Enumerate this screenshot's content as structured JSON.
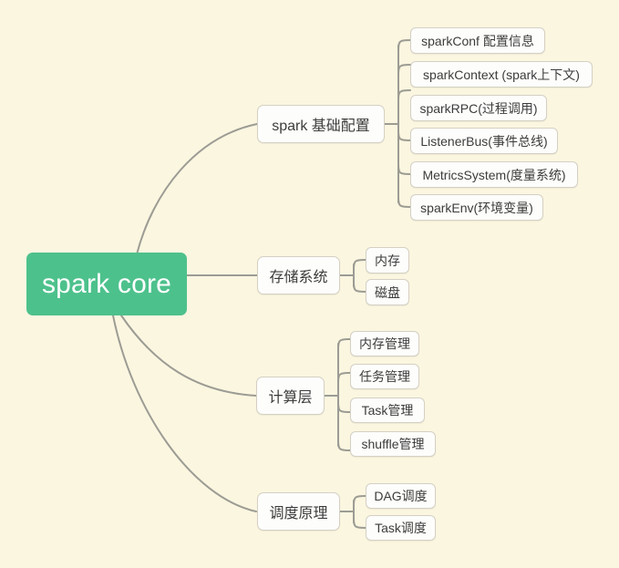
{
  "mindmap": {
    "root": {
      "label": "spark core",
      "color": "#4dc18c",
      "text_color": "#ffffff"
    },
    "background_color": "#fbf6e0",
    "link_color": "#9c9c94",
    "node_border_color": "#d4d0c4",
    "node_fill_color": "#fdfdfb",
    "branches": [
      {
        "label": "spark 基础配置",
        "children": [
          {
            "label": "sparkConf 配置信息"
          },
          {
            "label": "sparkContext (spark上下文)"
          },
          {
            "label": "sparkRPC(过程调用)"
          },
          {
            "label": "ListenerBus(事件总线)"
          },
          {
            "label": "MetricsSystem(度量系统)"
          },
          {
            "label": "sparkEnv(环境变量)"
          }
        ]
      },
      {
        "label": "存储系统",
        "children": [
          {
            "label": "内存"
          },
          {
            "label": "磁盘"
          }
        ]
      },
      {
        "label": "计算层",
        "children": [
          {
            "label": "内存管理"
          },
          {
            "label": "任务管理"
          },
          {
            "label": "Task管理"
          },
          {
            "label": "shuffle管理"
          }
        ]
      },
      {
        "label": "调度原理",
        "children": [
          {
            "label": "DAG调度"
          },
          {
            "label": "Task调度"
          }
        ]
      }
    ]
  }
}
